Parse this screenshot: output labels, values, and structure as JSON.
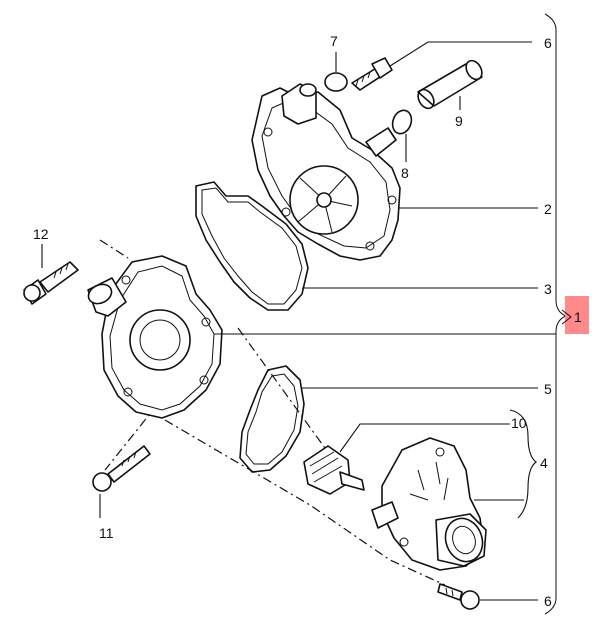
{
  "callouts": {
    "c1": "1",
    "c2": "2",
    "c3": "3",
    "c4": "4",
    "c5": "5",
    "c6_top": "6",
    "c6_bottom": "6",
    "c7": "7",
    "c8": "8",
    "c9": "9",
    "c10": "10",
    "c11": "11",
    "c12": "12"
  },
  "highlight_color": "#ff8a8a",
  "line_color": "#111111"
}
